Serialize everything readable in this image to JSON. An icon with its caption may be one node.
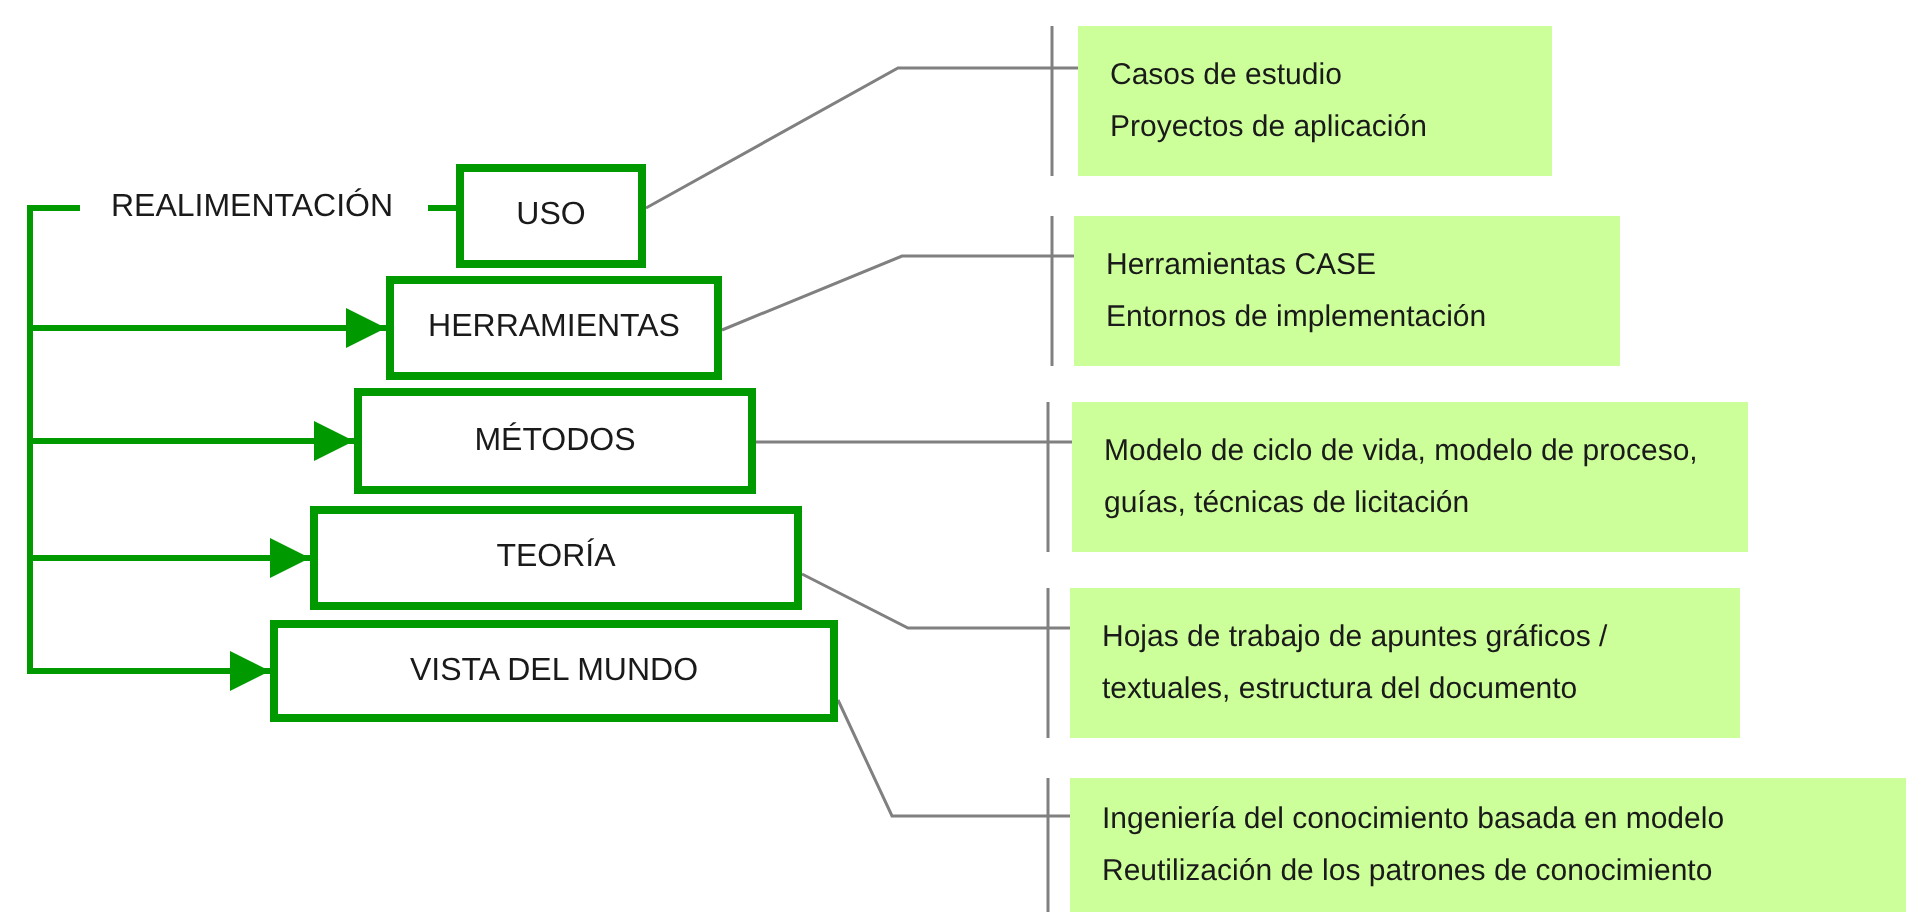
{
  "diagram": {
    "nodes": [
      {
        "text": [
          "REALIMENTACIÓN"
        ]
      },
      {
        "text": [
          "USO"
        ]
      },
      {
        "text": [
          "HERRAMIENTAS"
        ]
      },
      {
        "text": [
          "MÉTODOS"
        ]
      },
      {
        "text": [
          "TEORÍA"
        ]
      },
      {
        "text": [
          "VISTA DEL MUNDO"
        ]
      },
      {
        "text": [
          "Casos de estudio",
          "Proyectos de aplicación"
        ]
      },
      {
        "text": [
          "Herramientas CASE",
          "Entornos de implementación"
        ]
      },
      {
        "text": [
          "Modelo de ciclo de vida, modelo de proceso, guías, técnicas de licitación"
        ]
      },
      {
        "text": [
          "Hojas de trabajo de apuntes gráficos / textuales, estructura del documento"
        ]
      },
      {
        "text": [
          "Ingeniería del conocimiento basada en modelo",
          "Reutilización de los patrones de conocimiento"
        ]
      }
    ],
    "edges": [
      {
        "from": 1,
        "to": 0,
        "arrow": "none",
        "style": "thick"
      },
      {
        "from": 0,
        "to": 2,
        "arrow": "to",
        "style": "thick"
      },
      {
        "from": 0,
        "to": 3,
        "arrow": "to",
        "style": "thick"
      },
      {
        "from": 0,
        "to": 4,
        "arrow": "to",
        "style": "thick"
      },
      {
        "from": 0,
        "to": 5,
        "arrow": "to",
        "style": "thick"
      },
      {
        "from": 1,
        "to": 6,
        "arrow": "none",
        "color": "#808080"
      },
      {
        "from": 2,
        "to": 7,
        "arrow": "none",
        "color": "#808080"
      },
      {
        "from": 3,
        "to": 8,
        "arrow": "none",
        "color": "#808080"
      },
      {
        "from": 4,
        "to": 9,
        "arrow": "none",
        "color": "#808080"
      },
      {
        "from": 5,
        "to": 10,
        "arrow": "none",
        "color": "#808080"
      }
    ]
  }
}
